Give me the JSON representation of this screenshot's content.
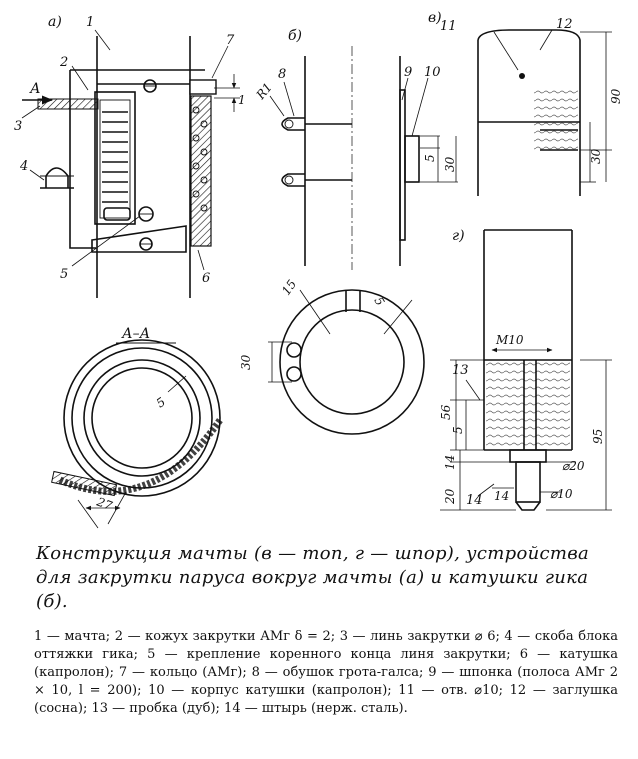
{
  "views": {
    "a": "а)",
    "b": "б)",
    "v": "в)",
    "g": "г)",
    "section": "А–А",
    "section_mark": "А"
  },
  "callouts": [
    "1",
    "2",
    "3",
    "4",
    "5",
    "6",
    "7",
    "8",
    "9",
    "10",
    "11",
    "12",
    "13",
    "14"
  ],
  "dimensions": {
    "d1": "1",
    "r1": "R1",
    "d5_b": "5",
    "d30_b": "30",
    "d15": "15",
    "d5_ring": "5",
    "d30_ring": "30",
    "d5_coil": "5",
    "d27": "27",
    "d90": "90",
    "d30_v": "30",
    "m10": "M10",
    "d56": "56",
    "d5_g": "5",
    "d95": "95",
    "d20": "20",
    "d14": "14",
    "d14b": "14",
    "dia20": "⌀20",
    "dia10": "⌀10"
  },
  "caption": "Конструкция мачты (в — топ, г — шпор), устройства для закрутки паруса вокруг мачты (а) и катушки гика (б).",
  "legend": "1 — мачта; 2 — кожух закрутки АМг δ = 2; 3 — линь закрутки ⌀ 6; 4 — скоба блока оттяжки гика; 5 — крепление коренного конца линя закрутки; 6 — катушка (капролон); 7 — кольцо (АМг); 8 — обушок грота-галса; 9 — шпонка (полоса АМг 2 × 10, l = 200); 10 — корпус катушки (капролон); 11 — отв. ⌀10; 12 — заглушка (сосна); 13 — пробка (дуб); 14 — штырь (нерж. сталь)."
}
